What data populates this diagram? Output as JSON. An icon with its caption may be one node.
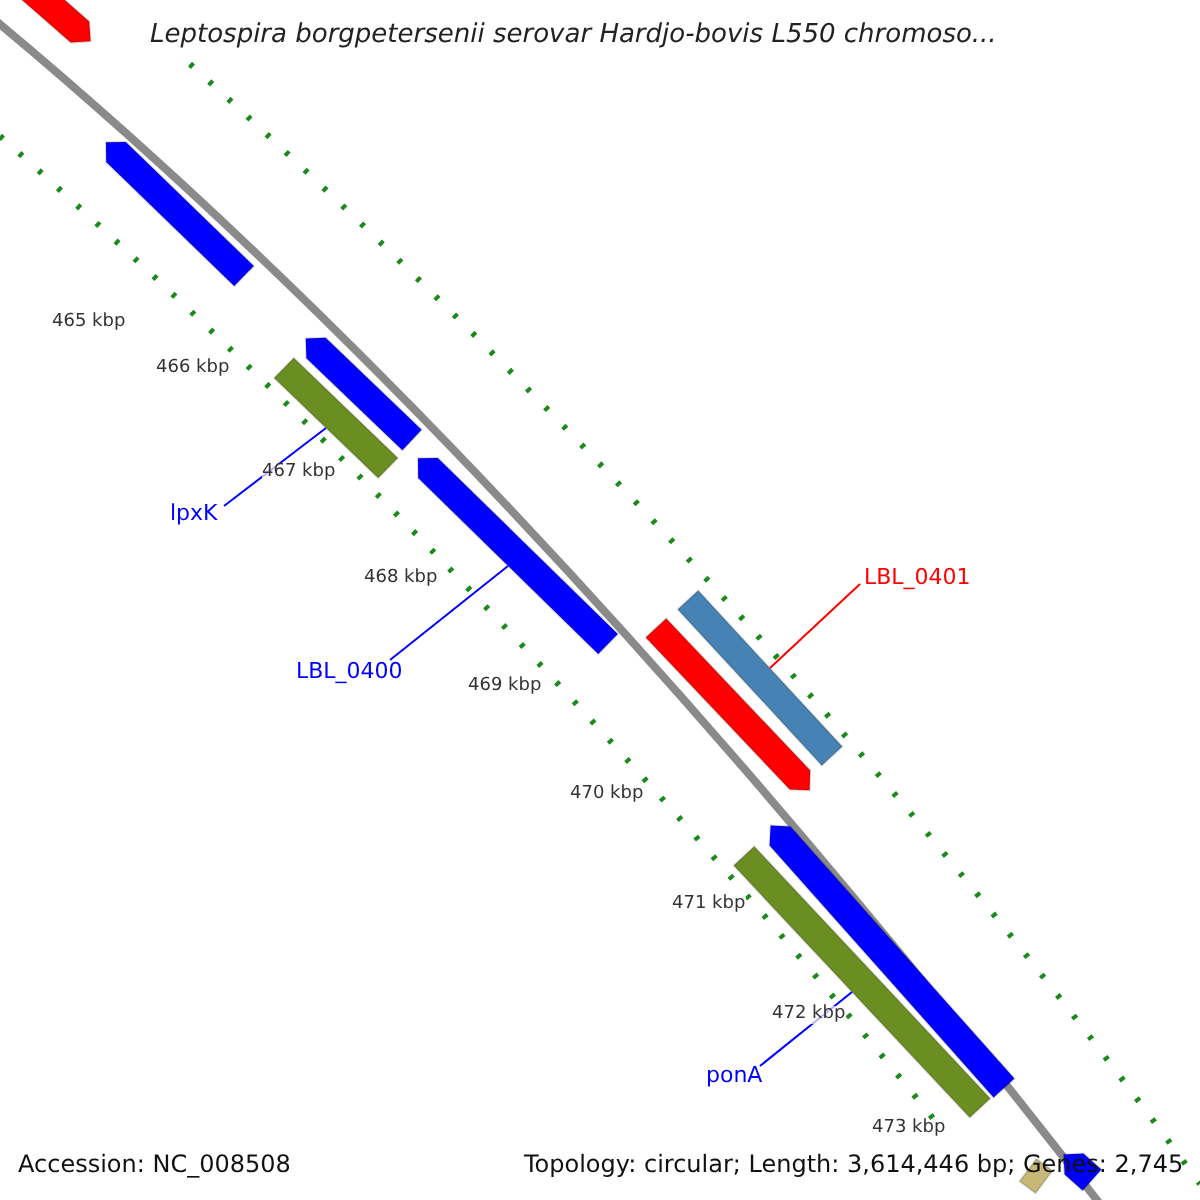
{
  "diagram": {
    "title": "Leptospira borgpetersenii serovar Hardjo-bovis L550 chromoso...",
    "nodes": [
      {
        "text": [],
        "shape": "bar"
      },
      {
        "text": [],
        "shape": "bar"
      },
      {
        "text": [],
        "shape": "bar"
      },
      {
        "text": [],
        "shape": "bar"
      },
      {
        "text": [],
        "shape": "bar"
      },
      {
        "text": [
          "lpxK"
        ]
      },
      {
        "text": [
          "LBL_0401"
        ]
      },
      {
        "text": [],
        "shape": "bar"
      },
      {
        "text": [],
        "shape": "bar"
      },
      {
        "text": [
          "LBL_0400"
        ]
      },
      {
        "text": [],
        "shape": "bar"
      },
      {
        "text": [],
        "shape": "bar"
      },
      {
        "text": [
          "ponA"
        ]
      },
      {
        "text": [],
        "shape": "bar"
      },
      {
        "text": [],
        "shape": "bar"
      }
    ],
    "edges": [
      {
        "from": 5,
        "to": 3,
        "arrow": "none"
      },
      {
        "from": 6,
        "to": 7,
        "arrow": "none",
        "color": "#ff0000"
      },
      {
        "from": 9,
        "to": 4,
        "arrow": "none"
      },
      {
        "from": 12,
        "to": 11,
        "arrow": "none"
      }
    ],
    "labels": [
      "465 kbp",
      "466 kbp",
      "467 kbp",
      "468 kbp",
      "469 kbp",
      "470 kbp",
      "471 kbp",
      "472 kbp",
      "473 kbp",
      "Accession: NC_008508",
      "Topology: circular; Length: 3,614,446 bp; Genes: 2,745"
    ]
  }
}
